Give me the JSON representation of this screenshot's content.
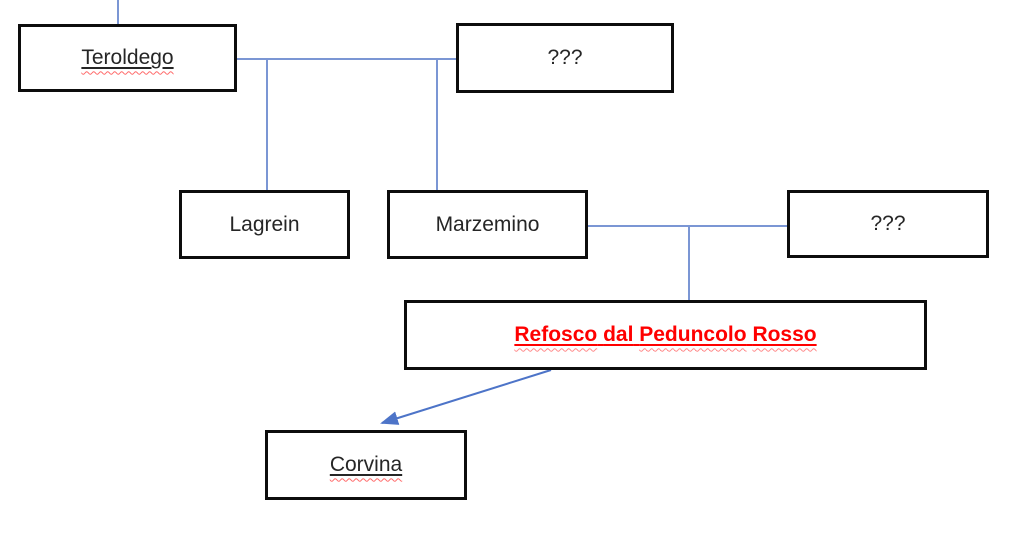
{
  "diagram": {
    "description": "Grape variety pedigree chart",
    "nodes": {
      "teroldego": {
        "label": "Teroldego"
      },
      "unknown_top": {
        "label": "???"
      },
      "lagrein": {
        "label": "Lagrein"
      },
      "marzemino": {
        "label": "Marzemino"
      },
      "unknown_right": {
        "label": "???"
      },
      "refosco": {
        "label": "Refosco dal Peduncolo Rosso",
        "parts": [
          "Refosco",
          "dal",
          "Peduncolo",
          "Rosso"
        ]
      },
      "corvina": {
        "label": "Corvina"
      }
    },
    "edges": [
      {
        "from": "offscreen-top",
        "to": "teroldego",
        "type": "line"
      },
      {
        "from": "teroldego",
        "to": "unknown_top",
        "type": "line"
      },
      {
        "from": "teroldego+unknown_top",
        "to": "lagrein",
        "type": "line"
      },
      {
        "from": "teroldego+unknown_top",
        "to": "marzemino",
        "type": "line"
      },
      {
        "from": "marzemino",
        "to": "unknown_right",
        "type": "line"
      },
      {
        "from": "marzemino+unknown_right",
        "to": "refosco",
        "type": "line"
      },
      {
        "from": "refosco",
        "to": "corvina",
        "type": "arrow"
      }
    ]
  },
  "colors": {
    "connector_blue": "#7b96d4",
    "arrow_blue": "#4d74c8",
    "box_border": "#0d0d0d",
    "text": "#262626",
    "highlight_red": "#ff0000",
    "spellcheck_wavy": "#ff6a6a",
    "background": "#ffffff"
  }
}
